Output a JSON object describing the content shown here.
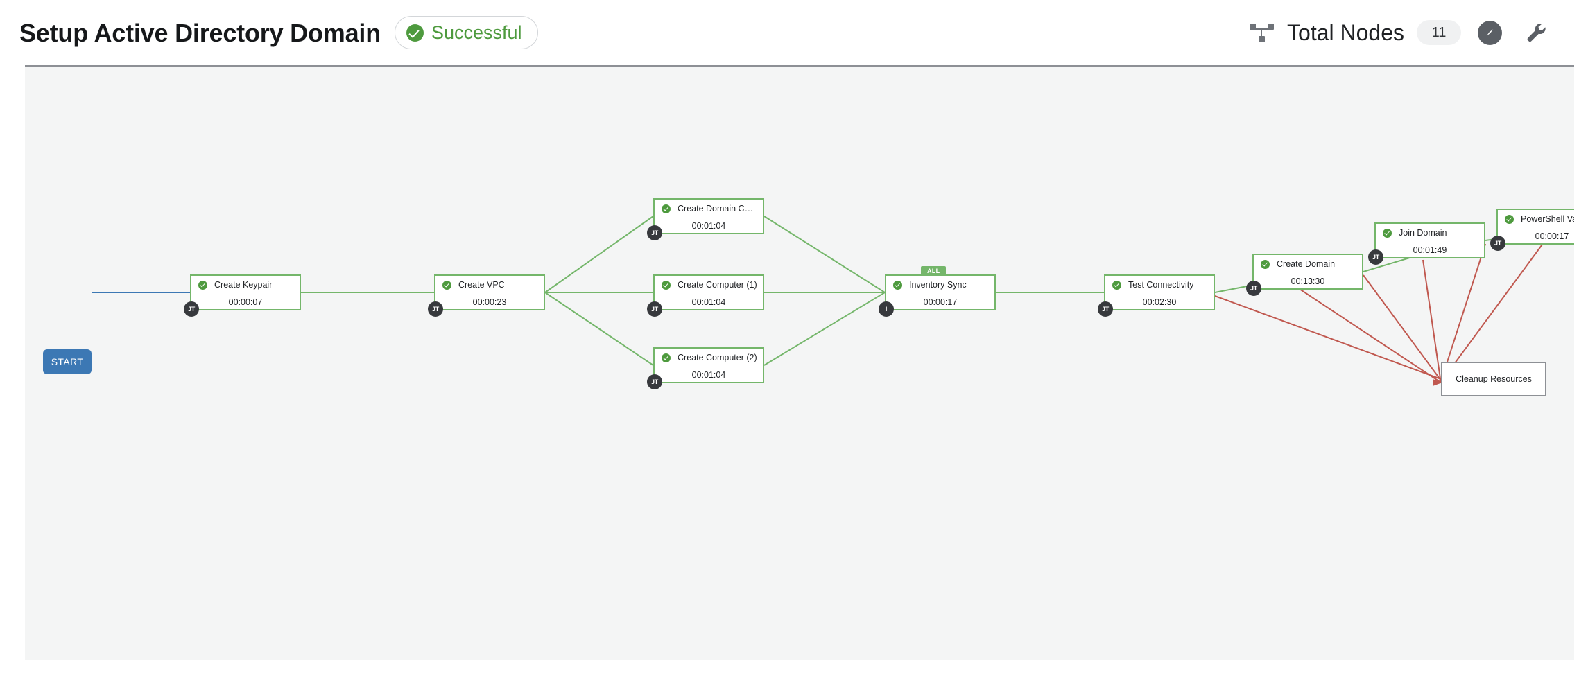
{
  "header": {
    "title": "Setup Active Directory Domain",
    "status": {
      "label": "Successful",
      "icon": "check-circle-icon",
      "color": "#4e9a3e"
    },
    "hierarchy_icon": "hierarchy-icon",
    "total_nodes_label": "Total Nodes",
    "total_nodes_count": "11",
    "compass_icon": "compass-icon",
    "settings_icon": "wrench-icon"
  },
  "canvas": {
    "background": "#f4f5f5",
    "start_node": {
      "label": "START",
      "color": "#3c78b4"
    },
    "nodes": [
      {
        "id": "create-keypair",
        "name": "Create Keypair",
        "time": "00:00:07",
        "status": "successful",
        "badge": "JT",
        "tab": null
      },
      {
        "id": "create-vpc",
        "name": "Create VPC",
        "time": "00:00:23",
        "status": "successful",
        "badge": "JT",
        "tab": null
      },
      {
        "id": "create-domain-controller",
        "name": "Create Domain Contr...",
        "time": "00:01:04",
        "status": "successful",
        "badge": "JT",
        "tab": null
      },
      {
        "id": "create-computer-1",
        "name": "Create Computer (1)",
        "time": "00:01:04",
        "status": "successful",
        "badge": "JT",
        "tab": null
      },
      {
        "id": "create-computer-2",
        "name": "Create Computer (2)",
        "time": "00:01:04",
        "status": "successful",
        "badge": "JT",
        "tab": null
      },
      {
        "id": "inventory-sync",
        "name": "Inventory Sync",
        "time": "00:00:17",
        "status": "successful",
        "badge": "I",
        "tab": "ALL"
      },
      {
        "id": "test-connectivity",
        "name": "Test Connectivity",
        "time": "00:02:30",
        "status": "successful",
        "badge": "JT",
        "tab": null
      },
      {
        "id": "create-domain",
        "name": "Create Domain",
        "time": "00:13:30",
        "status": "successful",
        "badge": "JT",
        "tab": null
      },
      {
        "id": "join-domain",
        "name": "Join Domain",
        "time": "00:01:49",
        "status": "successful",
        "badge": "JT",
        "tab": null
      },
      {
        "id": "powershell-validation",
        "name": "PowerShell Validation",
        "time": "00:00:17",
        "status": "successful",
        "badge": "JT",
        "tab": null
      },
      {
        "id": "cleanup-resources",
        "name": "Cleanup Resources",
        "time": "",
        "status": "pending",
        "badge": null,
        "tab": null
      }
    ],
    "edge_colors": {
      "start": "#3c78b4",
      "success": "#74b66a",
      "failure": "#c0584f"
    }
  }
}
